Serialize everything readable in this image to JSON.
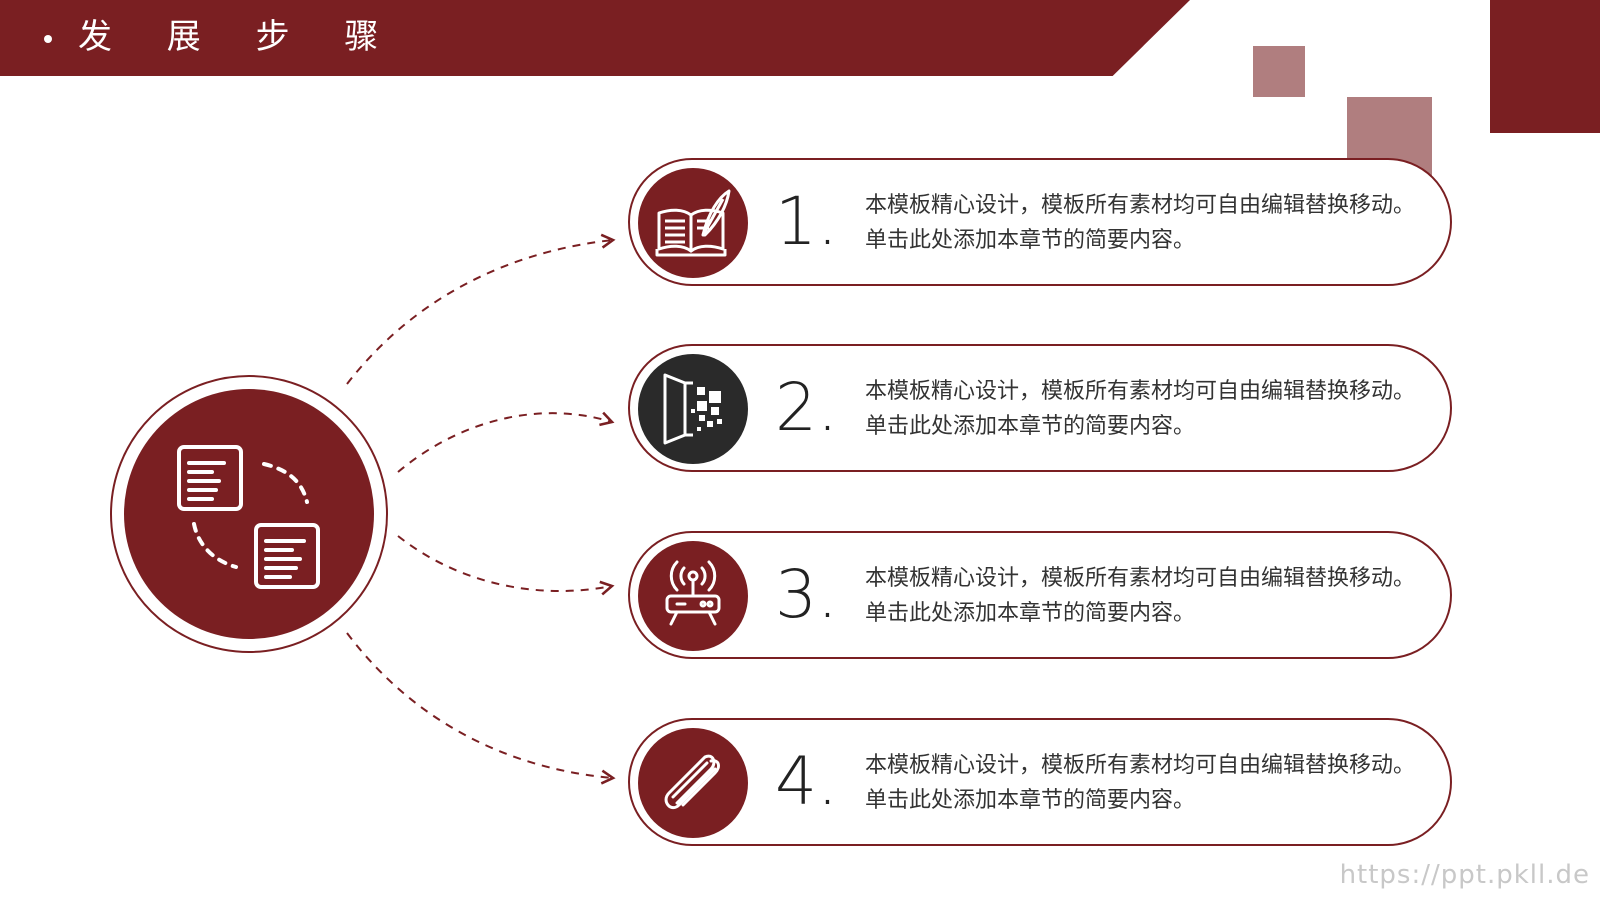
{
  "header": {
    "title": "发 展 步 骤"
  },
  "colors": {
    "primary": "#7a1f22",
    "dark": "#2a2a2a",
    "accent_light": "#b07e7f"
  },
  "hub": {
    "icon": "document-exchange-icon"
  },
  "steps": [
    {
      "number": "1.",
      "text": "本模板精心设计，模板所有素材均可自由编辑替换移动。单击此处添加本章节的简要内容。",
      "icon": "book-quill-icon"
    },
    {
      "number": "2.",
      "text": "本模板精心设计，模板所有素材均可自由编辑替换移动。单击此处添加本章节的简要内容。",
      "icon": "door-pixels-icon"
    },
    {
      "number": "3.",
      "text": "本模板精心设计，模板所有素材均可自由编辑替换移动。单击此处添加本章节的简要内容。",
      "icon": "router-icon"
    },
    {
      "number": "4.",
      "text": "本模板精心设计，模板所有素材均可自由编辑替换移动。单击此处添加本章节的简要内容。",
      "icon": "paperclip-icon"
    }
  ],
  "watermark": "https://ppt.pkll.de"
}
